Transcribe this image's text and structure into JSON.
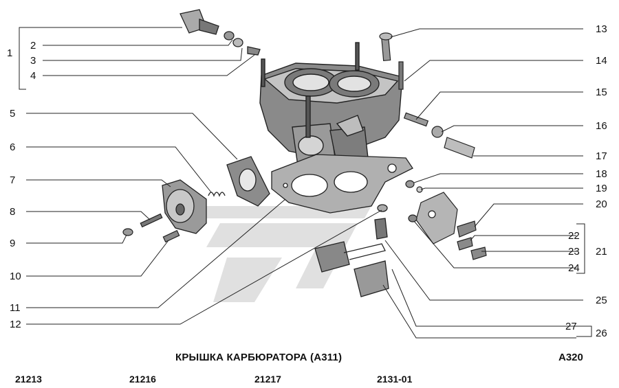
{
  "title": "КРЫШКА КАРБЮРАТОРА (А311)",
  "code": "А320",
  "models": [
    "21213",
    "21216",
    "21217",
    "2131-01"
  ],
  "callouts": {
    "n1": "1",
    "n2": "2",
    "n3": "3",
    "n4": "4",
    "n5": "5",
    "n6": "6",
    "n7": "7",
    "n8": "8",
    "n9": "9",
    "n10": "10",
    "n11": "11",
    "n12": "12",
    "n13": "13",
    "n14": "14",
    "n15": "15",
    "n16": "16",
    "n17": "17",
    "n18": "18",
    "n19": "19",
    "n20": "20",
    "n21": "21",
    "n22": "22",
    "n23": "23",
    "n24": "24",
    "n25": "25",
    "n26": "26",
    "n27": "27"
  },
  "colors": {
    "line": "#222222",
    "part": "#6e6e6e",
    "part_light": "#b9b9b9",
    "watermark": "#d6d6d6"
  }
}
